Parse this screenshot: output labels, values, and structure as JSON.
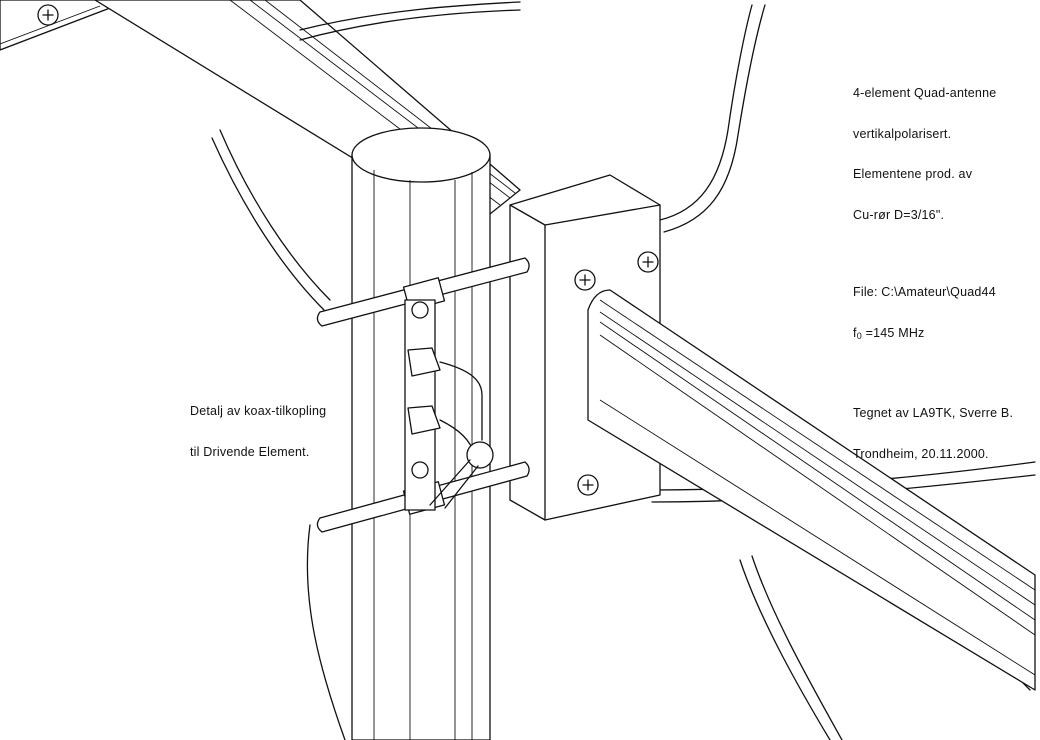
{
  "annotations": {
    "title_lines": [
      "4-element Quad-antenne",
      "vertikalpolarisert.",
      "Elementene prod. av",
      "Cu-rør D=3/16\"."
    ],
    "file_line": "File: C:\\Amateur\\Quad44",
    "freq_prefix": "f",
    "freq_subscript": "0",
    "freq_value": " =145 MHz",
    "author_lines": [
      "Tegnet av LA9TK, Sverre B.",
      "Trondheim, 20.11.2000."
    ],
    "detail_lines": [
      "Detalj av koax-tilkopling",
      "til Drivende Element."
    ]
  },
  "colors": {
    "ink": "#111111",
    "paper": "#ffffff"
  },
  "icons": [
    "phillips-screw-icon"
  ]
}
